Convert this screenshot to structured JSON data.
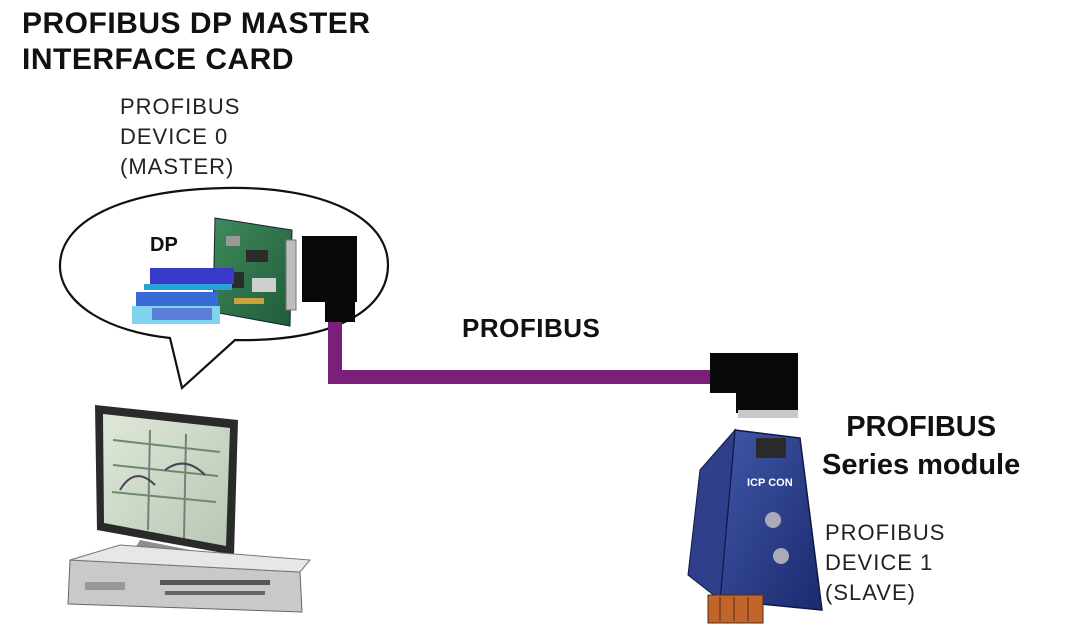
{
  "master_card": {
    "line1": "PROFIBUS DP MASTER",
    "line2": "INTERFACE CARD"
  },
  "device0": {
    "line1": "PROFIBUS",
    "line2": "DEVICE 0",
    "line3": "(MASTER)"
  },
  "bus": {
    "label": "PROFIBUS",
    "color": "#7a1f7a"
  },
  "module": {
    "line1": "PROFIBUS",
    "line2": "Series module",
    "brand": "ICP CON"
  },
  "device1": {
    "line1": "PROFIBUS",
    "line2": "DEVICE 1",
    "line3": "(SLAVE)"
  },
  "card_logo": {
    "text": "DP"
  }
}
